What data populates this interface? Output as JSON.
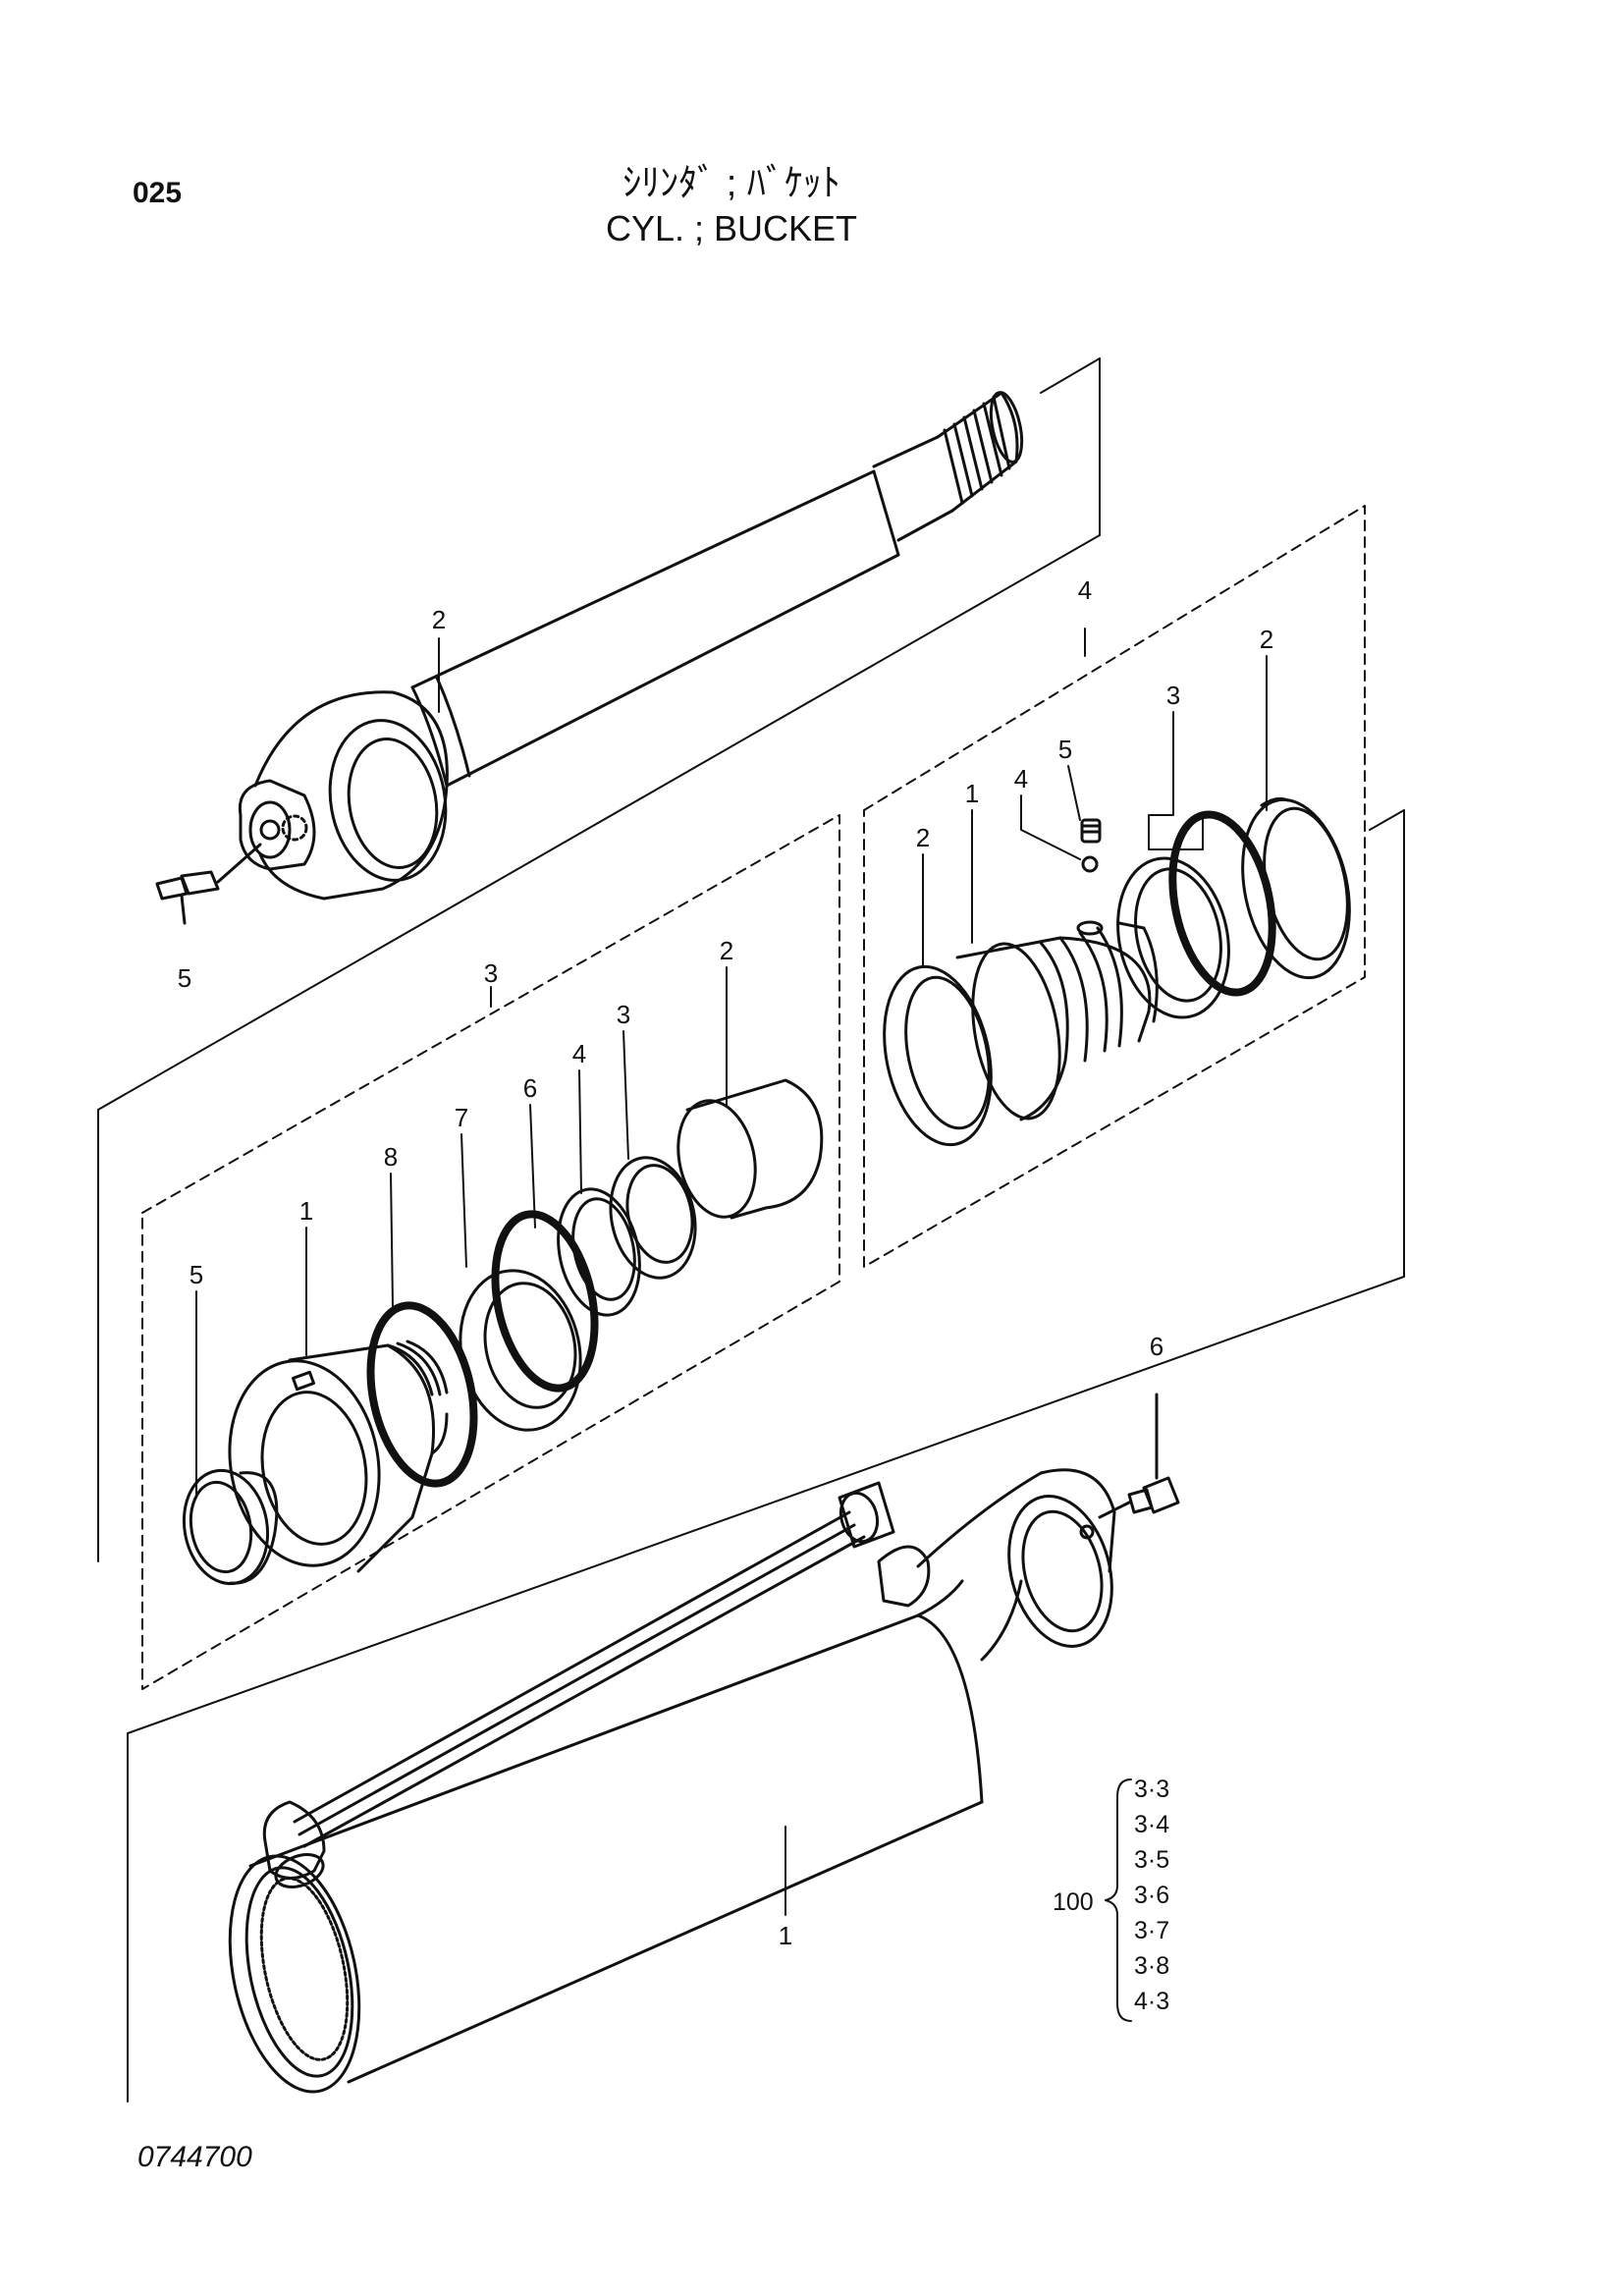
{
  "header": {
    "page_number": "025",
    "title_jp": "ｼﾘﾝﾀﾞ ; ﾊﾞｹｯﾄ",
    "title_en": "CYL. ; BUCKET"
  },
  "footer": {
    "drawing_code": "0744700"
  },
  "callouts": {
    "rod_2": "2",
    "rod_grease_5": "5",
    "piston_box_3": "3",
    "piston_5": "5",
    "piston_1": "1",
    "piston_8": "8",
    "piston_7": "7",
    "piston_6": "6",
    "piston_4": "4",
    "piston_3": "3",
    "piston_2": "2",
    "head_box_4": "4",
    "head_2_left": "2",
    "head_1": "1",
    "head_4": "4",
    "head_5": "5",
    "head_3": "3",
    "head_2_right": "2",
    "tube_6": "6",
    "tube_1": "1"
  },
  "kit": {
    "label": "100",
    "items": [
      "3·3",
      "3·4",
      "3·5",
      "3·6",
      "3·7",
      "3·8",
      "4·3"
    ]
  }
}
